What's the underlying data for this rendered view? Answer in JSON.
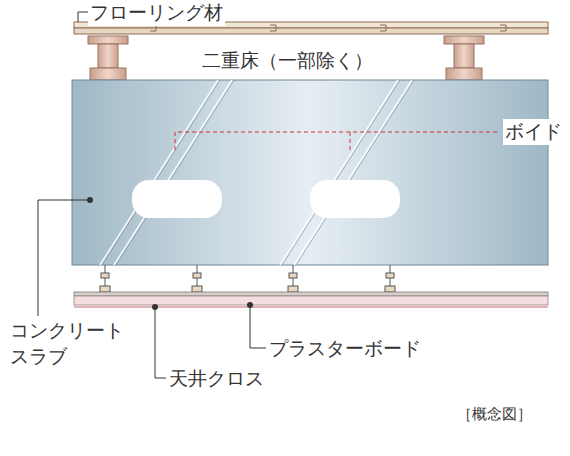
{
  "diagram": {
    "labels": [
      "フローリング材",
      "二重床（一部除く）",
      "ボイド",
      "コンクリート スラブ",
      "プラスターボード",
      "天井クロス",
      "［概念図］"
    ]
  }
}
